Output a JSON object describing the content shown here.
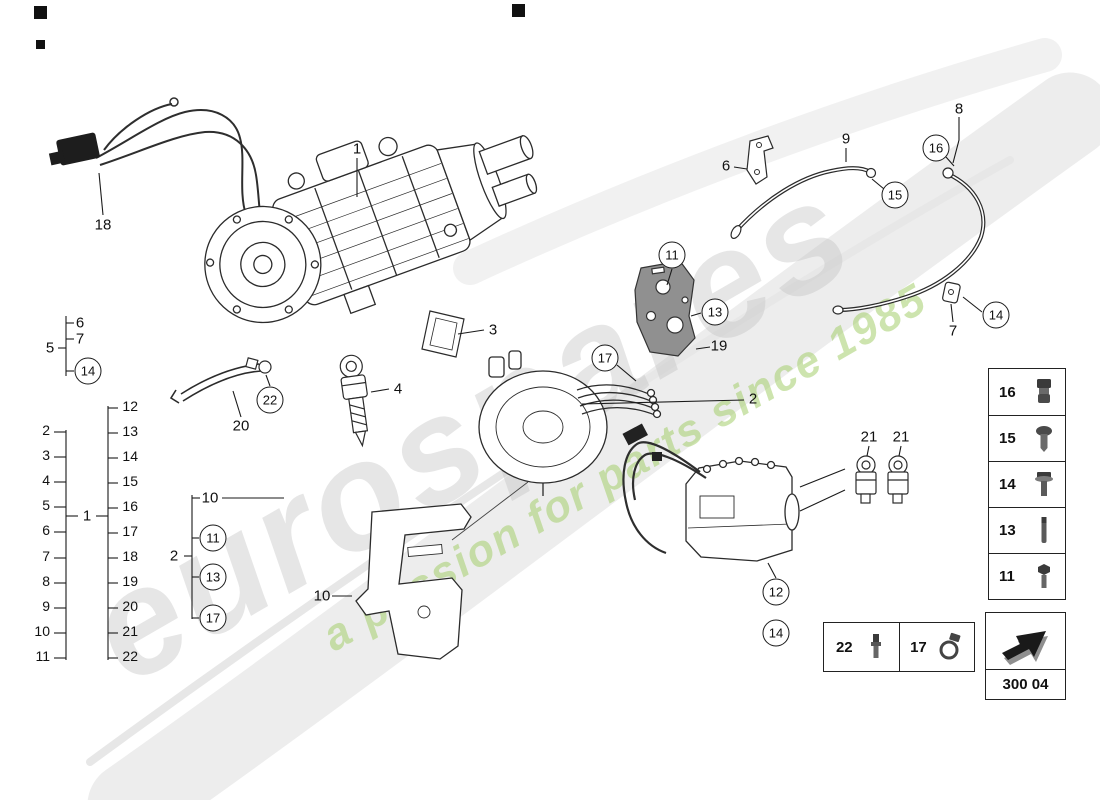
{
  "watermark": {
    "brand": "eurospares",
    "tagline": "a passion for parts since 1985"
  },
  "callouts": {
    "c1": "1",
    "c2": "2",
    "c3": "3",
    "c4": "4",
    "c5": "5",
    "c6_left": "6",
    "c7_left": "7",
    "c6_pipe": "6",
    "c7_pipe": "7",
    "c8": "8",
    "c9": "9",
    "c10_group": "10",
    "c10_bracket": "10",
    "c18": "18",
    "c19": "19",
    "c20": "20",
    "c21_a": "21",
    "c21_b": "21",
    "c2_group": "2",
    "k11_group": "11",
    "k13_group": "13",
    "k17_group": "17",
    "k14_left": "14",
    "k22": "22",
    "k17_mid": "17",
    "k11_mid": "11",
    "k13_mid": "13",
    "k15": "15",
    "k16": "16",
    "k14_pipe": "14",
    "k12": "12",
    "k14_unit": "14"
  },
  "parts_list": {
    "assembly": "1",
    "col_a": [
      "2",
      "3",
      "4",
      "5",
      "6",
      "7",
      "8",
      "9",
      "10",
      "11"
    ],
    "col_b": [
      "12",
      "13",
      "14",
      "15",
      "16",
      "17",
      "18",
      "19",
      "20",
      "21",
      "22"
    ]
  },
  "legend": {
    "rows": [
      {
        "num": "16",
        "icon": "drain-plug-icon"
      },
      {
        "num": "15",
        "icon": "round-head-screw-icon"
      },
      {
        "num": "14",
        "icon": "flange-bolt-icon"
      },
      {
        "num": "13",
        "icon": "dowel-pin-icon"
      },
      {
        "num": "11",
        "icon": "hex-bolt-icon"
      }
    ]
  },
  "hardware_box": {
    "items": [
      {
        "num": "22",
        "icon": "stud-icon"
      },
      {
        "num": "17",
        "icon": "hose-clamp-icon"
      }
    ]
  },
  "nav_box": {
    "code": "300 04",
    "icon": "direction-arrow-icon"
  },
  "colors": {
    "line": "#2b2b2b",
    "swoosh": "#ededed",
    "watermark_gray": "#c4c4c4",
    "watermark_green": "#a5cf6d"
  }
}
